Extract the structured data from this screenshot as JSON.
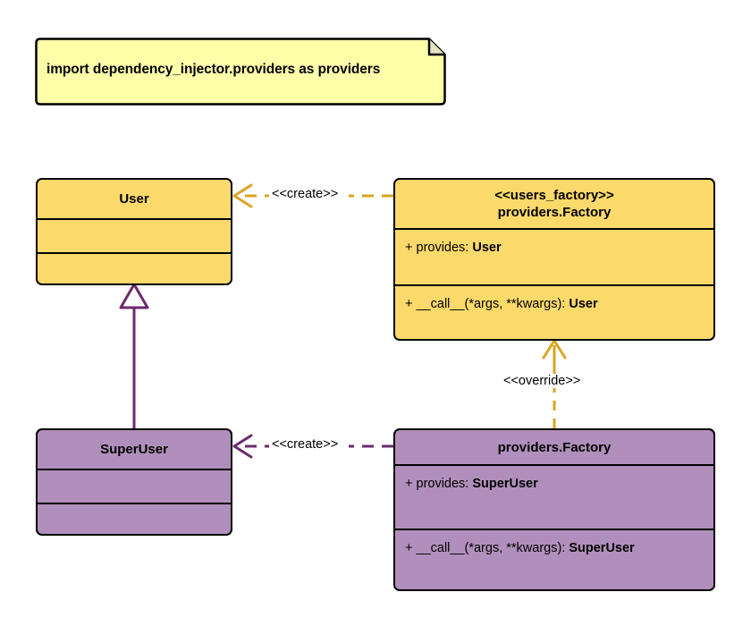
{
  "diagram": {
    "type": "uml-class-diagram",
    "background_color": "#FFFFFF"
  },
  "note": {
    "text": "import dependency_injector.providers as providers",
    "fill_color": "#FFFFAA",
    "border_color": "#000000",
    "folded_corner": true
  },
  "classes": [
    {
      "id": "user",
      "name": "User",
      "stereotype": "",
      "fill_color": "#FCD96B",
      "border_color": "#000000",
      "compartments": [
        {
          "members": []
        },
        {
          "members": []
        }
      ]
    },
    {
      "id": "users_factory",
      "stereotype": "<<users_factory>>",
      "name": "providers.Factory",
      "fill_color": "#FCD96B",
      "border_color": "#000000",
      "attributes": [
        {
          "visibility": "+",
          "label": "provides: ",
          "type": "User"
        }
      ],
      "operations": [
        {
          "visibility": "+",
          "label": "__call__(*args, **kwargs): ",
          "type": "User"
        }
      ]
    },
    {
      "id": "superuser",
      "name": "SuperUser",
      "stereotype": "",
      "fill_color": "#B18FBC",
      "border_color": "#000000",
      "compartments": [
        {
          "members": []
        },
        {
          "members": []
        }
      ]
    },
    {
      "id": "providers_factory",
      "stereotype": "",
      "name": "providers.Factory",
      "fill_color": "#B18FBC",
      "border_color": "#000000",
      "attributes": [
        {
          "visibility": "+",
          "label": "provides: ",
          "type": "SuperUser"
        }
      ],
      "operations": [
        {
          "visibility": "+",
          "label": "__call__(*args, **kwargs): ",
          "type": "SuperUser"
        }
      ]
    }
  ],
  "edges": [
    {
      "id": "create-user",
      "label": "<<create>>",
      "from": "users_factory",
      "to": "user",
      "style": "dashed",
      "arrow": "open",
      "color": "#D9A521"
    },
    {
      "id": "create-superuser",
      "label": "<<create>>",
      "from": "providers_factory",
      "to": "superuser",
      "style": "dashed",
      "arrow": "open",
      "color": "#6D2A6D"
    },
    {
      "id": "override",
      "label": "<<override>>",
      "from": "providers_factory",
      "to": "users_factory",
      "style": "dashed",
      "arrow": "open",
      "color": "#D9A521"
    },
    {
      "id": "generalization",
      "label": "",
      "from": "superuser",
      "to": "user",
      "style": "solid",
      "arrow": "hollow-triangle",
      "color": "#6D2A6D"
    }
  ]
}
